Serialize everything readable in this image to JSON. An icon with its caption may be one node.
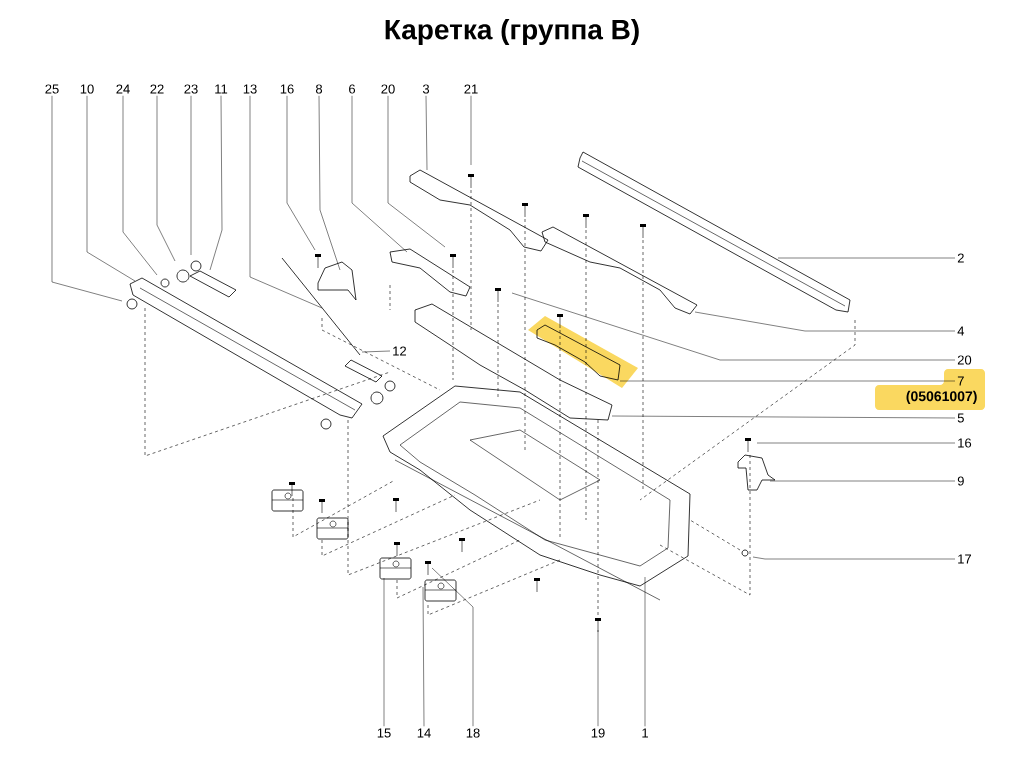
{
  "diagram": {
    "title": "Каретка (группа B)",
    "nodes": [
      {
        "text": [
          "25"
        ]
      },
      {
        "text": [
          "10"
        ]
      },
      {
        "text": [
          "24"
        ]
      },
      {
        "text": [
          "22"
        ]
      },
      {
        "text": [
          "23"
        ]
      },
      {
        "text": [
          "11"
        ]
      },
      {
        "text": [
          "13"
        ]
      },
      {
        "text": [
          "16"
        ]
      },
      {
        "text": [
          "8"
        ]
      },
      {
        "text": [
          "6"
        ]
      },
      {
        "text": [
          "20"
        ]
      },
      {
        "text": [
          "3"
        ]
      },
      {
        "text": [
          "21"
        ]
      },
      {
        "text": [
          "12"
        ]
      },
      {
        "text": [
          "2"
        ]
      },
      {
        "text": [
          "4"
        ]
      },
      {
        "text": [
          "20"
        ]
      },
      {
        "text": [
          "7"
        ],
        "beside": [
          "(05061007)"
        ]
      },
      {
        "text": [
          "5"
        ]
      },
      {
        "text": [
          "16"
        ]
      },
      {
        "text": [
          "9"
        ]
      },
      {
        "text": [
          "17"
        ]
      },
      {
        "text": [
          "15"
        ]
      },
      {
        "text": [
          "14"
        ]
      },
      {
        "text": [
          "18"
        ]
      },
      {
        "text": [
          "19"
        ]
      },
      {
        "text": [
          "1"
        ]
      }
    ],
    "edges": [
      {
        "from": 0,
        "to": null,
        "arrow": "none"
      },
      {
        "from": 1,
        "to": null,
        "arrow": "none"
      },
      {
        "from": 2,
        "to": null,
        "arrow": "none"
      },
      {
        "from": 3,
        "to": null,
        "arrow": "none"
      },
      {
        "from": 4,
        "to": null,
        "arrow": "none"
      },
      {
        "from": 5,
        "to": null,
        "arrow": "none"
      },
      {
        "from": 6,
        "to": null,
        "arrow": "none"
      },
      {
        "from": 7,
        "to": null,
        "arrow": "none"
      },
      {
        "from": 8,
        "to": null,
        "arrow": "none"
      },
      {
        "from": 9,
        "to": null,
        "arrow": "none"
      },
      {
        "from": 10,
        "to": null,
        "arrow": "none"
      },
      {
        "from": 11,
        "to": null,
        "arrow": "none"
      },
      {
        "from": 12,
        "to": null,
        "arrow": "none"
      },
      {
        "from": 13,
        "to": null,
        "arrow": "none"
      },
      {
        "from": 14,
        "to": null,
        "arrow": "none"
      },
      {
        "from": 15,
        "to": null,
        "arrow": "none"
      },
      {
        "from": 16,
        "to": null,
        "arrow": "none"
      },
      {
        "from": 17,
        "to": null,
        "arrow": "none"
      },
      {
        "from": 18,
        "to": null,
        "arrow": "none"
      },
      {
        "from": 19,
        "to": null,
        "arrow": "none"
      },
      {
        "from": 20,
        "to": null,
        "arrow": "none"
      },
      {
        "from": 21,
        "to": null,
        "arrow": "none"
      },
      {
        "from": 22,
        "to": null,
        "arrow": "none"
      },
      {
        "from": 23,
        "to": null,
        "arrow": "none"
      },
      {
        "from": 24,
        "to": null,
        "arrow": "none"
      },
      {
        "from": 25,
        "to": null,
        "arrow": "none"
      },
      {
        "from": 26,
        "to": null,
        "arrow": "none"
      }
    ]
  }
}
